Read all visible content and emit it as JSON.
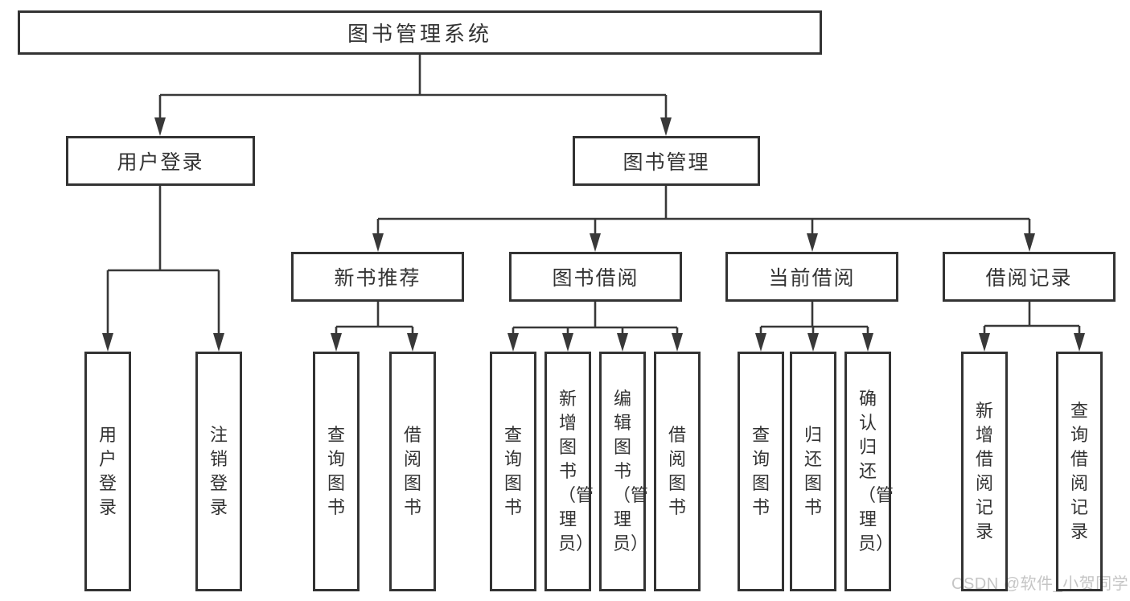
{
  "diagram": {
    "root": "图书管理系统",
    "branches": {
      "user_login": "用户登录",
      "book_management": "图书管理"
    },
    "modules": {
      "new_book_recommend": "新书推荐",
      "book_borrow": "图书借阅",
      "current_borrow": "当前借阅",
      "borrow_record": "借阅记录"
    },
    "leaves": {
      "user_login": [
        "用户登录",
        "注销登录"
      ],
      "new_book_recommend": [
        "查询图书",
        "借阅图书"
      ],
      "book_borrow": [
        "查询图书",
        "新增图书（管理员）",
        "编辑图书（管理员）",
        "借阅图书"
      ],
      "current_borrow": [
        "查询图书",
        "归还图书",
        "确认归还（管理员）"
      ],
      "borrow_record": [
        "新增借阅记录",
        "查询借阅记录"
      ]
    }
  },
  "watermark": "CSDN @软件_小贺同学",
  "colors": {
    "line": "#383838",
    "text": "#333333",
    "background": "#ffffff",
    "watermark": "#c5c5c5"
  }
}
